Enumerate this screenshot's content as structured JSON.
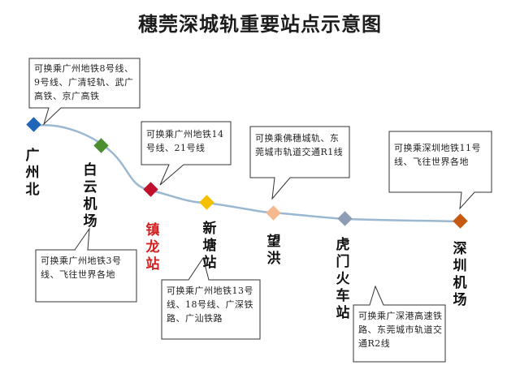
{
  "title": "穗莞深城轨重要站点示意图",
  "stations": [
    {
      "id": "guangzhoubei",
      "name": "广州北",
      "color": "#1f66b9"
    },
    {
      "id": "baiyun",
      "name": "白云机场",
      "color": "#4c8d2f"
    },
    {
      "id": "zhenlong",
      "name": "镇龙站",
      "color": "#c0102c",
      "highlight": true
    },
    {
      "id": "xintang",
      "name": "新塘站",
      "color": "#f5c000"
    },
    {
      "id": "wanghong",
      "name": "望洪",
      "color": "#f6b98f"
    },
    {
      "id": "humen",
      "name": "虎门火车站",
      "color": "#8e9db5"
    },
    {
      "id": "shenzhen",
      "name": "深圳机场",
      "color": "#c65a10"
    }
  ],
  "callouts": [
    {
      "station": "guangzhoubei",
      "text": "可换乘广州地铁8号线、9号线、广清轻轨、武广高铁、京广高铁"
    },
    {
      "station": "baiyun",
      "text": "可换乘广州地铁3号线、飞往世界各地"
    },
    {
      "station": "zhenlong",
      "text": "可换乘广州地铁14号线、21号线"
    },
    {
      "station": "xintang",
      "text": "可换乘广州地铁13号线、18号线、广深铁路、广汕铁路"
    },
    {
      "station": "wanghong",
      "text": "可换乘佛穗城轨、东莞城市轨道交通R1线"
    },
    {
      "station": "humen",
      "text": "可换乘广深港高速铁路、东莞城市轨道交通R2线"
    },
    {
      "station": "shenzhen",
      "text": "可换乘深圳地铁11号线、飞往世界各地"
    }
  ]
}
